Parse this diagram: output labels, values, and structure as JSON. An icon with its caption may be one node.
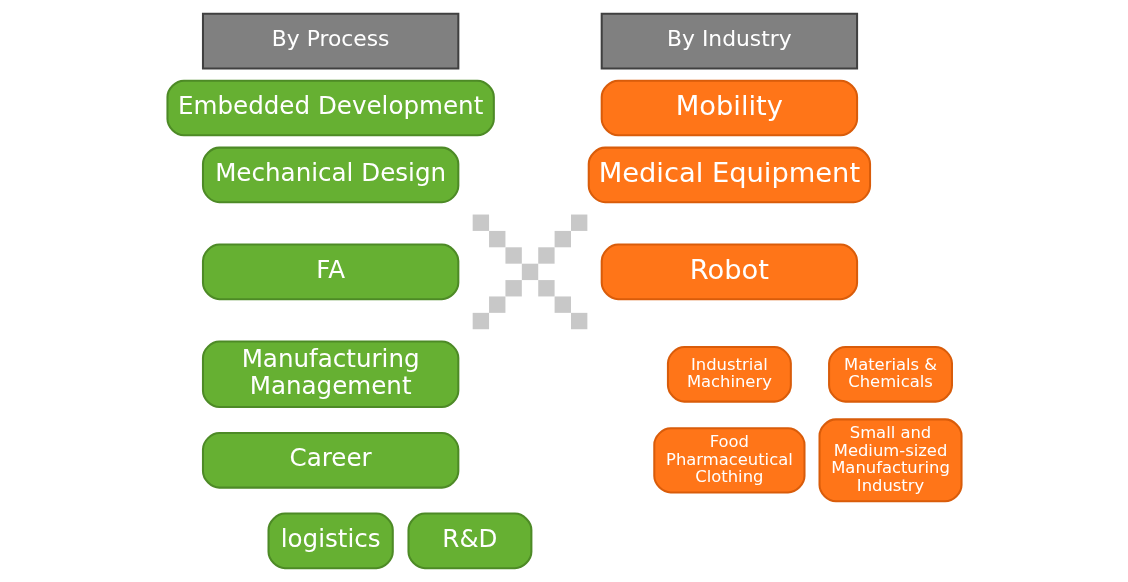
{
  "diagram": {
    "nodes": [
      {
        "text": [
          "By Process"
        ]
      },
      {
        "text": [
          "Embedded Development"
        ]
      },
      {
        "text": [
          "Mechanical Design"
        ]
      },
      {
        "text": [
          "FA"
        ]
      },
      {
        "text": [
          "Manufacturing Management"
        ]
      },
      {
        "text": [
          "Career"
        ]
      },
      {
        "text": [
          "logistics"
        ]
      },
      {
        "text": [
          "R&D"
        ]
      },
      {
        "text": [
          "By Industry"
        ]
      },
      {
        "text": [
          "Mobility"
        ]
      },
      {
        "text": [
          "Medical Equipment"
        ]
      },
      {
        "text": [
          "Robot"
        ]
      },
      {
        "text": [
          "Industrial Machinery"
        ]
      },
      {
        "text": [
          "Materials & Chemicals"
        ]
      },
      {
        "text": [
          "Food Pharmaceutical Clothing"
        ]
      },
      {
        "text": [
          "Small and Medium-sized Manufacturing Industry"
        ]
      },
      {
        "text": [],
        "shape": "cross"
      }
    ],
    "edges": []
  }
}
